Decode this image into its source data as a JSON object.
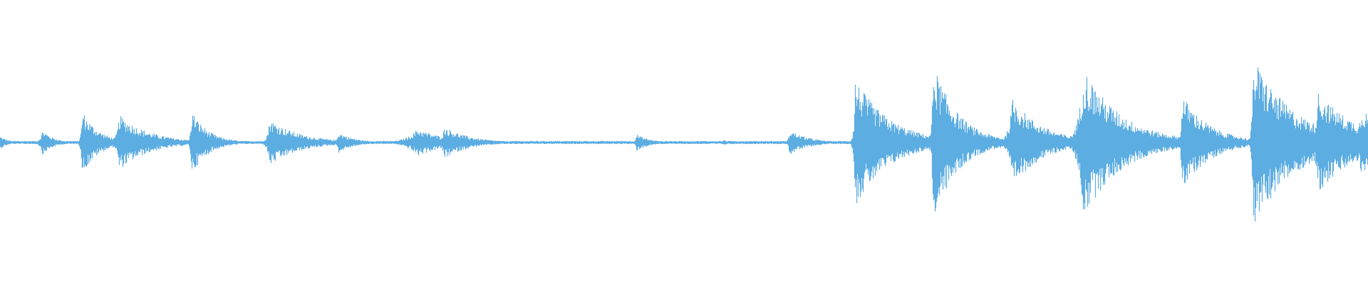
{
  "waveform": {
    "color": "#5dade2",
    "baseline_noise": 0.015,
    "bursts": [
      {
        "t": 0.0,
        "amp": 0.06,
        "attack": 0.001,
        "decay": 0.006
      },
      {
        "t": 0.031,
        "amp": 0.12,
        "attack": 0.002,
        "decay": 0.008
      },
      {
        "t": 0.06,
        "amp": 0.3,
        "attack": 0.001,
        "decay": 0.012
      },
      {
        "t": 0.087,
        "amp": 0.26,
        "attack": 0.002,
        "decay": 0.022
      },
      {
        "t": 0.14,
        "amp": 0.3,
        "attack": 0.001,
        "decay": 0.012
      },
      {
        "t": 0.197,
        "amp": 0.22,
        "attack": 0.002,
        "decay": 0.022
      },
      {
        "t": 0.247,
        "amp": 0.1,
        "attack": 0.001,
        "decay": 0.012
      },
      {
        "t": 0.305,
        "amp": 0.13,
        "attack": 0.008,
        "decay": 0.022
      },
      {
        "t": 0.325,
        "amp": 0.15,
        "attack": 0.003,
        "decay": 0.018
      },
      {
        "t": 0.465,
        "amp": 0.08,
        "attack": 0.001,
        "decay": 0.01
      },
      {
        "t": 0.529,
        "amp": 0.03,
        "attack": 0.001,
        "decay": 0.003
      },
      {
        "t": 0.577,
        "amp": 0.12,
        "attack": 0.001,
        "decay": 0.014
      },
      {
        "t": 0.625,
        "amp": 0.6,
        "attack": 0.001,
        "decay": 0.025
      },
      {
        "t": 0.682,
        "amp": 0.75,
        "attack": 0.001,
        "decay": 0.018
      },
      {
        "t": 0.74,
        "amp": 0.42,
        "attack": 0.003,
        "decay": 0.022
      },
      {
        "t": 0.792,
        "amp": 0.7,
        "attack": 0.004,
        "decay": 0.028
      },
      {
        "t": 0.864,
        "amp": 0.45,
        "attack": 0.001,
        "decay": 0.02
      },
      {
        "t": 0.916,
        "amp": 0.8,
        "attack": 0.001,
        "decay": 0.03
      },
      {
        "t": 0.963,
        "amp": 0.48,
        "attack": 0.002,
        "decay": 0.03
      },
      {
        "t": 0.995,
        "amp": 0.32,
        "attack": 0.003,
        "decay": 0.03
      }
    ]
  }
}
